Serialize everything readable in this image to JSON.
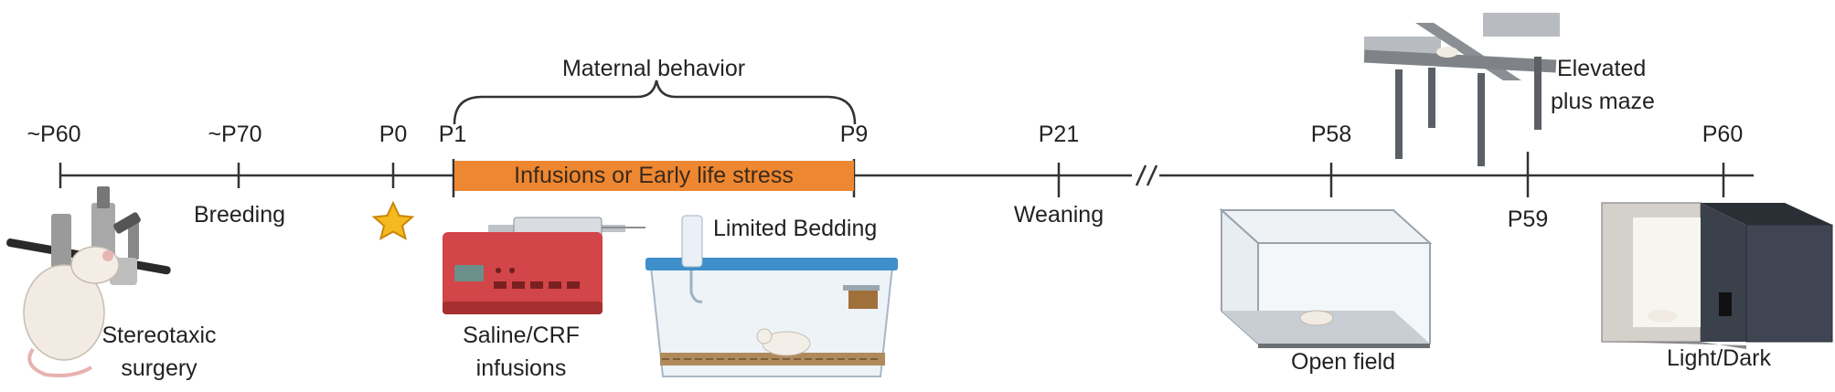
{
  "timeline": {
    "ticks": [
      {
        "id": "p60-start",
        "label": "~P60"
      },
      {
        "id": "p70",
        "label": "~P70"
      },
      {
        "id": "p0",
        "label": "P0"
      },
      {
        "id": "p1",
        "label": "P1"
      },
      {
        "id": "p9",
        "label": "P9"
      },
      {
        "id": "p21",
        "label": "P21"
      },
      {
        "id": "p58",
        "label": "P58"
      },
      {
        "id": "p59",
        "label": "P59"
      },
      {
        "id": "p60-end",
        "label": "P60"
      }
    ],
    "bracket_label": "Maternal behavior",
    "bar_label": "Infusions or Early life stress",
    "colors": {
      "bar": "#ee8731",
      "bar_text": "#3a2a1a",
      "line": "#333333",
      "star": "#f2b11c"
    }
  },
  "events": {
    "breeding": "Breeding",
    "weaning": "Weaning",
    "surgery": [
      "Stereotaxic",
      "surgery"
    ],
    "infusions": [
      "Saline/CRF",
      "infusions"
    ],
    "limited_bedding": "Limited Bedding",
    "open_field": "Open field",
    "epm": [
      "Elevated",
      "plus maze"
    ],
    "light_dark": "Light/Dark"
  },
  "icons": [
    "rat-in-stereotaxic-frame-icon",
    "star-icon",
    "syringe-pump-icon",
    "mouse-cage-icon",
    "open-field-box-icon",
    "elevated-plus-maze-icon",
    "light-dark-box-icon"
  ]
}
